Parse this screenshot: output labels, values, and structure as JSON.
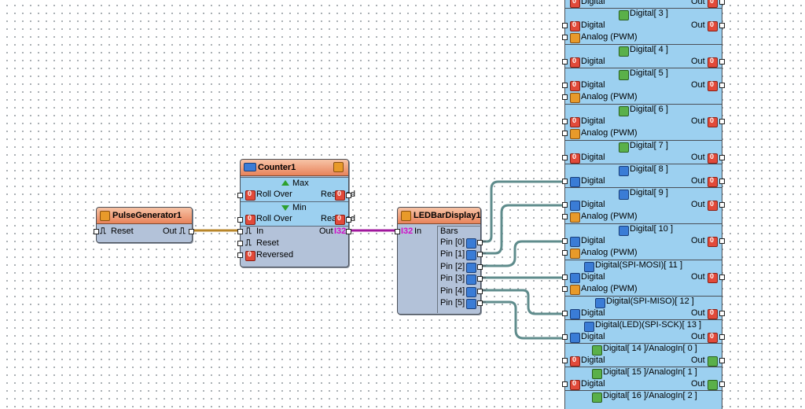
{
  "pulse_generator": {
    "title": "PulseGenerator1",
    "pin_reset": "Reset",
    "pin_out": "Out"
  },
  "counter": {
    "title": "Counter1",
    "max_label": "Max",
    "min_label": "Min",
    "rollover_label": "Roll Over",
    "reached_label": "Reached",
    "pin_in": "In",
    "pin_out": "Out",
    "pin_reset": "Reset",
    "pin_reversed": "Reversed",
    "out_type": "I32"
  },
  "led_bar": {
    "title": "LEDBarDisplay1",
    "in_type": "I32",
    "pin_in": "In",
    "bars_label": "Bars",
    "pins": [
      "Pin [0]",
      "Pin [1]",
      "Pin [2]",
      "Pin [3]",
      "Pin [4]",
      "Pin [5]"
    ]
  },
  "arduino": {
    "digital_label": "Digital",
    "out_label": "Out",
    "analog_pwm_label": "Analog (PWM)",
    "channels": [
      "Digital[ 3 ]",
      "Digital[ 4 ]",
      "Digital[ 5 ]",
      "Digital[ 6 ]",
      "Digital[ 7 ]",
      "Digital[ 8 ]",
      "Digital[ 9 ]",
      "Digital[ 10 ]",
      "Digital(SPI-MOSI)[ 11 ]",
      "Digital(SPI-MISO)[ 12 ]",
      "Digital(LED)(SPI-SCK)[ 13 ]",
      "Digital[ 14 ]/AnalogIn[ 0 ]",
      "Digital[ 15 ]/AnalogIn[ 1 ]",
      "Digital[ 16 ]/AnalogIn[ 2 ]"
    ]
  },
  "colors": {
    "wire_digital": "#5f8c8c",
    "wire_clock": "#b8862a",
    "wire_int": "#a0189c",
    "board_fill": "#9cd0f0",
    "title_fill": "#e8835b"
  }
}
